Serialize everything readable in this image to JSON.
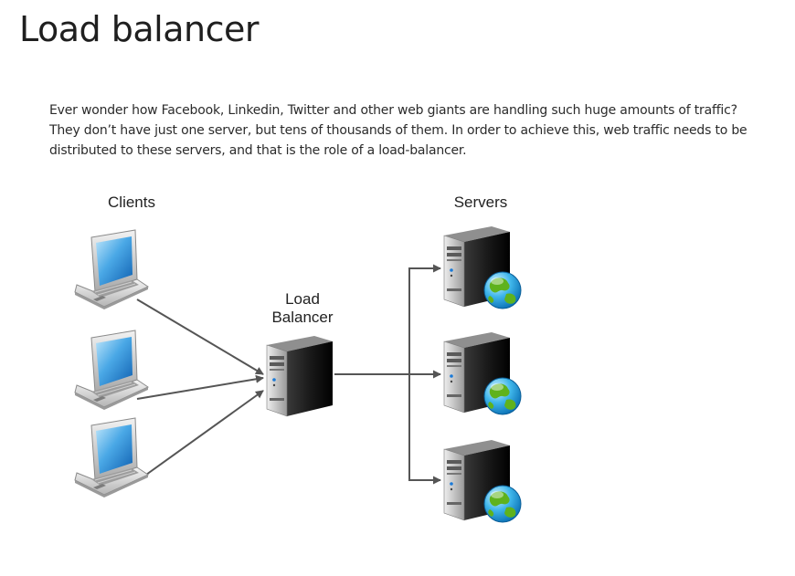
{
  "page": {
    "title": "Load balancer",
    "intro": "Ever wonder how Facebook, Linkedin, Twitter and other web giants are handling such huge amounts of traffic? They don’t have just one server, but tens of thousands of them. In order to achieve this, web traffic needs to be distributed to these servers, and that is the role of a load-balancer."
  },
  "diagram": {
    "clients_label": "Clients",
    "servers_label": "Servers",
    "balancer_label_line1": "Load",
    "balancer_label_line2": "Balancer",
    "icons": {
      "client": "laptop-icon",
      "balancer": "server-tower-icon",
      "server": "server-globe-icon"
    }
  }
}
